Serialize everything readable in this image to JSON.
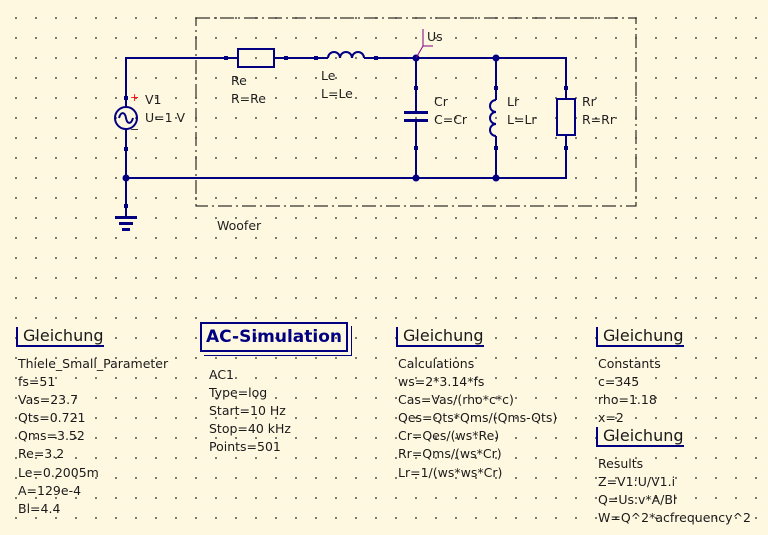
{
  "schematic": {
    "components": [
      {
        "id": "V1",
        "type": "ac-voltage-source",
        "name": "V1",
        "value": "U=1 V"
      },
      {
        "id": "Re",
        "type": "resistor",
        "name": "Re",
        "value": "R=Re"
      },
      {
        "id": "Le",
        "type": "inductor",
        "name": "Le",
        "value": "L=Le"
      },
      {
        "id": "Cr",
        "type": "capacitor",
        "name": "Cr",
        "value": "C=Cr"
      },
      {
        "id": "Lr",
        "type": "inductor",
        "name": "Lr",
        "value": "L=Lr"
      },
      {
        "id": "Rr",
        "type": "resistor",
        "name": "Rr",
        "value": "R=Rr"
      }
    ],
    "node_label": "Us",
    "group_label": "Woofer",
    "plus_sign": "+",
    "minus_sign": "−",
    "colors": {
      "wire": "#000080",
      "label_wire": "#800080",
      "plus": "#ff0000",
      "background": "#fff8e1"
    }
  },
  "equations": [
    {
      "header": "Gleichung",
      "lines": [
        "Thiele_Small_Parameter",
        "fs=51",
        "Vas=23.7",
        "Qts=0.721",
        "Qms=3.52",
        "Re=3.2",
        "Le=0.2005m",
        "A=129e-4",
        "Bl=4.4"
      ]
    },
    {
      "header": "Gleichung",
      "lines": [
        "Calculations",
        "ws=2*3.14*fs",
        "Cas=Vas/(rho*c*c)",
        "Qes=Qts*Qms/(Qms-Qts)",
        "Cr=Qes/(ws*Re)",
        "Rr=Qms/(ws*Cr)",
        "Lr=1/(ws*ws*Cr)"
      ]
    },
    {
      "header": "Gleichung",
      "lines": [
        "Constants",
        "c=345",
        "rho=1.18",
        "x=2"
      ]
    },
    {
      "header": "Gleichung",
      "lines": [
        "Results",
        "Z=V1:U/V1.i",
        "Q=Us.v*A/Bl",
        "W=Q^2*acfrequency^2"
      ]
    }
  ],
  "simulation": {
    "title": "AC-Simulation",
    "lines": [
      "AC1",
      "Type=log",
      "Start=10 Hz",
      "Stop=40 kHz",
      "Points=501"
    ]
  }
}
